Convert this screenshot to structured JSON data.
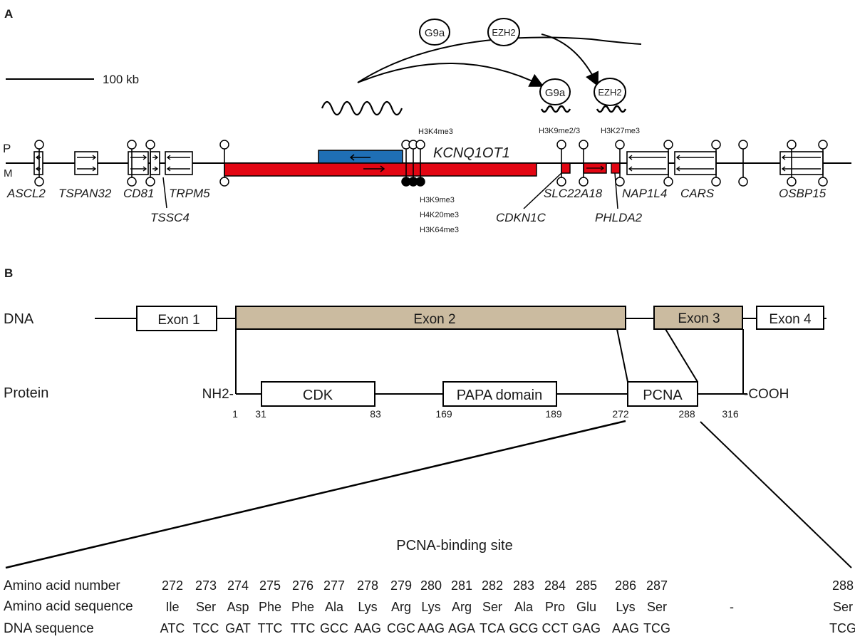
{
  "panel_a": {
    "label": "A",
    "scale_bar": "100 kb",
    "strand_labels": {
      "paternal": "P",
      "maternal": "M"
    },
    "lncrna": "KCNQ1OT1",
    "enzymes": {
      "g9a": "G9a",
      "ezh2": "EZH2"
    },
    "marks_paternal_top": "H3K4me3",
    "marks_maternal_bottom": [
      "H3K9me3",
      "H4K20me3",
      "H3K64me3"
    ],
    "marks_target": {
      "g9a_mark": "H3K9me2/3",
      "ezh2_mark": "H3K27me3"
    },
    "genes": [
      {
        "name": "ASCL2"
      },
      {
        "name": "TSPAN32"
      },
      {
        "name": "CD81"
      },
      {
        "name": "TSSC4"
      },
      {
        "name": "TRPM5"
      },
      {
        "name": "CDKN1C"
      },
      {
        "name": "SLC22A18"
      },
      {
        "name": "PHLDA2"
      },
      {
        "name": "NAP1L4"
      },
      {
        "name": "CARS"
      },
      {
        "name": "OSBP15"
      }
    ],
    "colors": {
      "maternal_expressed": "#e30613",
      "paternal_expressed": "#1f6fb5"
    }
  },
  "panel_b": {
    "label": "B",
    "row_labels": {
      "dna": "DNA",
      "protein": "Protein"
    },
    "exons": [
      "Exon 1",
      "Exon 2",
      "Exon 3",
      "Exon 4"
    ],
    "coding_exon_color": "#cbbba0",
    "terminals": {
      "n": "NH2-",
      "c": "-COOH"
    },
    "domains": [
      {
        "name": "CDK",
        "start": "31",
        "end": "83"
      },
      {
        "name": "PAPA domain",
        "start": "169",
        "end": "189"
      },
      {
        "name": "PCNA",
        "start": "272",
        "end": "288"
      }
    ],
    "positions": {
      "first": "1",
      "last": "316"
    },
    "binding_site_title": "PCNA-binding site",
    "table": {
      "row_headers": [
        "Amino acid number",
        "Amino acid sequence",
        "DNA sequence"
      ],
      "numbers": [
        "272",
        "273",
        "274",
        "275",
        "276",
        "277",
        "278",
        "279",
        "280",
        "281",
        "282",
        "283",
        "284",
        "285",
        "286",
        "287",
        "288"
      ],
      "amino_acids": [
        "Ile",
        "Ser",
        "Asp",
        "Phe",
        "Phe",
        "Ala",
        "Lys",
        "Arg",
        "Lys",
        "Arg",
        "Ser",
        "Ala",
        "Pro",
        "Glu",
        "Lys",
        "Ser",
        "Ser"
      ],
      "codons": [
        "ATC",
        "TCC",
        "GAT",
        "TTC",
        "TTC",
        "GCC",
        "AAG",
        "CGC",
        "AAG",
        "AGA",
        "TCA",
        "GCG",
        "CCT",
        "GAG",
        "AAG",
        "TCG",
        "TCG"
      ],
      "separator": "-"
    }
  }
}
